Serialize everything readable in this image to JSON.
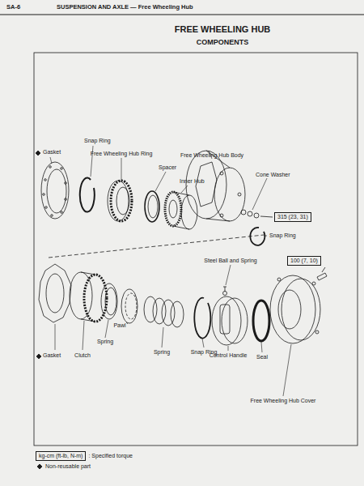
{
  "diagram": {
    "title": "FREE WHEELING HUB",
    "nodes": [
      {
        "text": [
          "315 (23, 31)"
        ]
      },
      {
        "text": [
          "100 (7, 10)"
        ]
      },
      {
        "text": [
          "kg-cm (ft-lb, N-m)"
        ]
      }
    ],
    "labels": [
      "SA-6",
      "SUSPENSION AND AXLE — Free Wheeling Hub",
      "COMPONENTS",
      "Gasket",
      "Snap Ring",
      "Free Wheeling Hub Ring",
      "Spacer",
      "Inner Hub",
      "Free Wheeling Hub Body",
      "Cone Washer",
      "Snap Ring",
      "Gasket",
      "Clutch",
      "Spring",
      "Pawl",
      "Spring",
      "Snap Ring",
      "Steel Ball and Spring",
      "Control Handle",
      "Seal",
      "Free Wheeling Hub Cover"
    ],
    "legend": [
      {
        "text": ": Specified torque"
      },
      {
        "text": "Non-reusable part"
      }
    ]
  }
}
